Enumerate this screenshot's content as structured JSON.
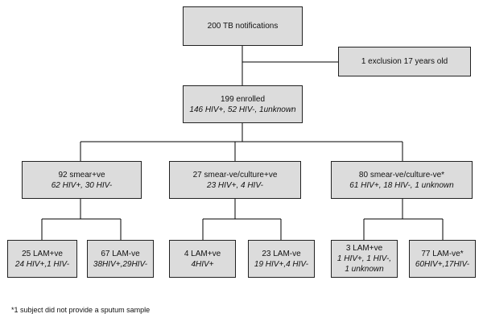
{
  "root": {
    "line1": "200 TB notifications"
  },
  "exclusion": {
    "line1": "1 exclusion 17 years old"
  },
  "enrolled": {
    "line1": "199 enrolled",
    "line2": "146 HIV+, 52 HIV-, 1unknown"
  },
  "smear_pos": {
    "line1": "92 smear+ve",
    "line2": "62 HIV+, 30 HIV-"
  },
  "smear_neg_culture_pos": {
    "line1": "27 smear-ve/culture+ve",
    "line2": "23 HIV+, 4 HIV-"
  },
  "smear_neg_culture_neg": {
    "line1": "80 smear-ve/culture-ve*",
    "line2": "61 HIV+, 18 HIV-, 1 unknown"
  },
  "lam_pos_1": {
    "line1": "25 LAM+ve",
    "line2": "24 HIV+,1 HIV-"
  },
  "lam_neg_1": {
    "line1": "67 LAM-ve",
    "line2": "38HIV+,29HIV-"
  },
  "lam_pos_2": {
    "line1": "4 LAM+ve",
    "line2": "4HIV+"
  },
  "lam_neg_2": {
    "line1": "23 LAM-ve",
    "line2": "19 HIV+,4 HIV-"
  },
  "lam_pos_3": {
    "line1": "3 LAM+ve",
    "line2": "1 HIV+, 1 HIV-,",
    "line3": "1 unknown"
  },
  "lam_neg_3": {
    "line1": "77 LAM-ve*",
    "line2": "60HIV+,17HIV-"
  },
  "footnote": "*1 subject did not provide a sputum sample",
  "colors": {
    "box_fill": "#dcdcdc",
    "border": "#222222",
    "line": "#000000"
  }
}
